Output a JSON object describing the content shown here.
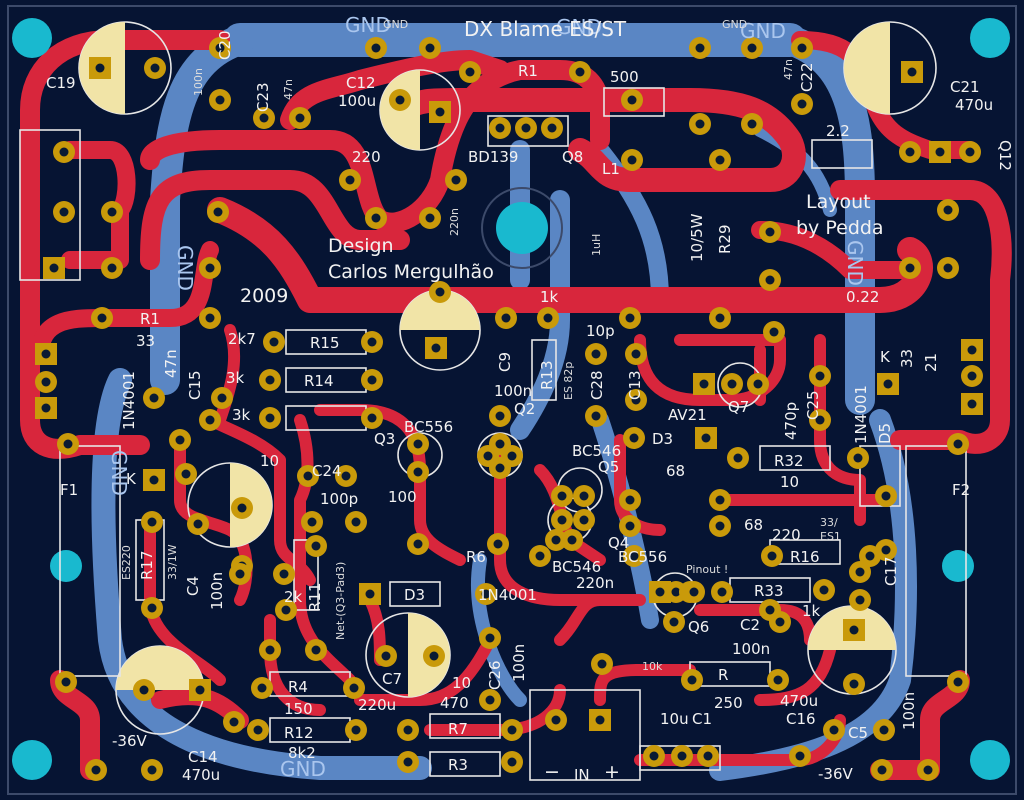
{
  "board": {
    "title": "DX Blame ES/ST",
    "design_lines": [
      "Design",
      "Carlos Mergulhão",
      "2009"
    ],
    "layout_lines": [
      "Layout",
      "by Pedda"
    ],
    "pinout_label": "Pinout !",
    "in_label": "IN",
    "in_minus": "−",
    "in_plus": "+",
    "gnd": "GND",
    "neg_rail_left": "-36V",
    "neg_rail_right": "-36V",
    "fuse_left": "F1",
    "fuse_right": "F2"
  },
  "components": {
    "c19": "C19",
    "c20": "C20",
    "c20_val": "100n",
    "c23": "C23",
    "c23_val": "47n",
    "c12": "C12",
    "c12_val": "100u",
    "r1": "R1",
    "r1_val": "500",
    "c22": "C22",
    "c22_val": "47n",
    "c21": "C21",
    "c21_val": "470u",
    "bd139": "BD139",
    "q8": "Q8",
    "l1": "L1",
    "r_220": "220",
    "c_220n": "220n",
    "q12": "Q12",
    "l_1uh": "1uH",
    "r29_val": "10/5W",
    "r29": "R29",
    "r_022": "0.22",
    "r_22": "2.2",
    "r_2k7": "2k7",
    "r15": "R15",
    "r14": "R14",
    "r_3k": "3k",
    "r_3k_b": "3k",
    "c9": "C9",
    "c9_val": "100n",
    "r13": "R13",
    "c28": "C28",
    "c28_val": "ES 82p",
    "c13": "C13",
    "c_10p": "10p",
    "r_1k": "1k",
    "q7": "Q7",
    "c25": "C25",
    "c25_val": "470p",
    "d5": "D5",
    "d5_val": "1N4001",
    "r_33": "33",
    "r_21": "21",
    "k_right": "K",
    "q2": "Q2",
    "q3": "Q3",
    "bc556": "BC556",
    "q5": "Q5",
    "bc546": "BC546",
    "d3_top": "D3",
    "av21": "AV21",
    "r_68a": "68",
    "r_68b": "68",
    "r32": "R32",
    "r_10": "10",
    "c24": "C24",
    "c24_val": "100p",
    "r_100": "100",
    "r_10_left": "10",
    "r6": "R6",
    "q4": "Q4",
    "bc556_b": "BC556",
    "bc546_b": "BC546",
    "r_220b": "220",
    "r_33es": "33/",
    "es1": "ES1",
    "r16": "R16",
    "c17": "C17",
    "r33": "R33",
    "r_1k_b": "1k",
    "r17": "R17",
    "r17_val": "33/1W",
    "es220": "ES220",
    "c4": "C4",
    "c4_val": "100n",
    "r11": "R11",
    "d3": "D3",
    "d3_val": "1N4001",
    "r_220n": "220n",
    "q6": "Q6",
    "c2": "C2",
    "c2_val": "100n",
    "r_10k": "10k",
    "c7": "C7",
    "c7_val": "220u",
    "c26": "C26",
    "c26_val": "100n",
    "r_470": "470",
    "r4": "R4",
    "r4_val": "150",
    "r12": "R12",
    "r12_val": "8k2",
    "r7": "R7",
    "r3": "R3",
    "r_10b": "10",
    "c14": "C14",
    "c14_val": "470u",
    "c1": "C1",
    "c1_val": "10u",
    "c16": "C16",
    "c16_val": "470u",
    "c5": "C5",
    "c5_val": "100n",
    "r_250": "250",
    "r_r": "R",
    "c15": "C15",
    "c15_val": "47n",
    "r_33_left": "33",
    "r1_left": "R1",
    "n4001_left": "1N4001",
    "k_left": "K",
    "r_2k": "2k",
    "net_label": "Net-(Q3-Pad3)"
  },
  "colors": {
    "substrate": "#061433",
    "copper_top": "#d8263c",
    "copper_bottom": "#5a86c4",
    "pad": "#c99a0a",
    "mounting_hole": "#19b9cf",
    "silkscreen": "#f2f2f2",
    "cap_fill": "#f1e4a7"
  }
}
